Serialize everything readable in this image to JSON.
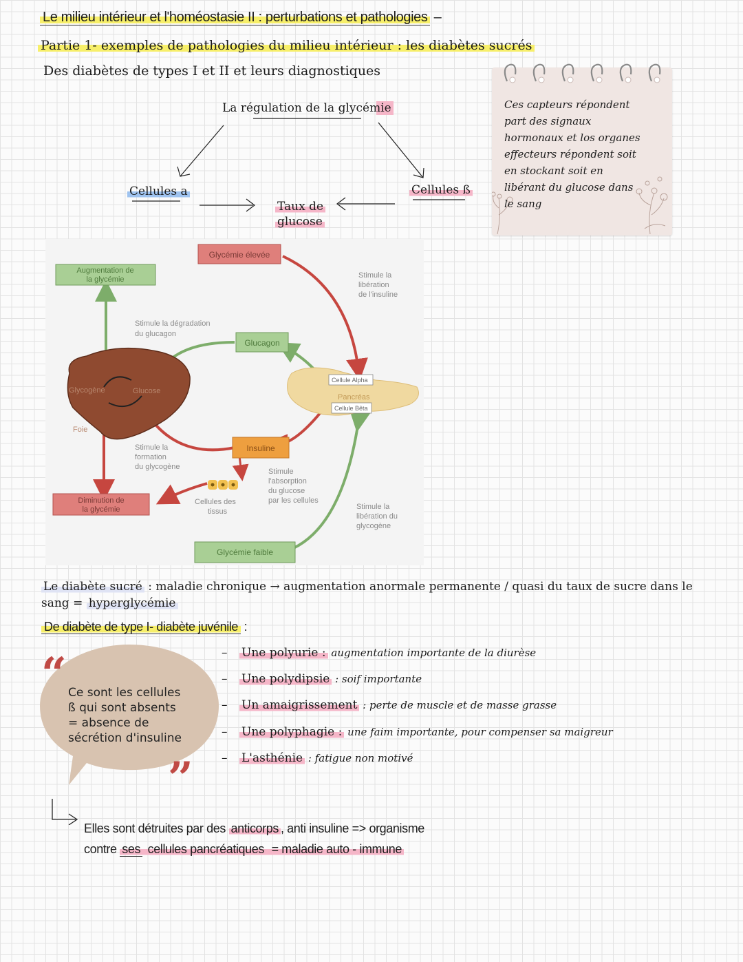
{
  "title": {
    "main": "Le milieu intérieur et l'homéostasie II : perturbations et pathologies",
    "dash": "–"
  },
  "part1": "Partie 1- exemples de pathologies du milieu intérieur : les diabètes sucrés",
  "subtitle": "Des diabètes de types I et II et leurs diagnostiques",
  "regulation": {
    "title": "La régulation de la glycémie",
    "cell_a": "Cellules a",
    "cell_b": "Cellules ß",
    "taux_line1": "Taux de",
    "taux_line2": "glucose"
  },
  "note": {
    "lines": [
      "Ces capteurs répondent",
      "part des signaux",
      "hormonaux et los organes",
      "effecteurs répondent soit",
      "en stockant soit en",
      "libérant du glucose dans",
      "le sang"
    ]
  },
  "diagram": {
    "glycemie_elevee": "Glycémie élevée",
    "augmentation_l1": "Augmentation de",
    "augmentation_l2": "la glycémie",
    "stimule_liberation_insuline_l1": "Stimule la",
    "stimule_liberation_insuline_l2": "libération",
    "stimule_liberation_insuline_l3": "de l'insuline",
    "stimule_degradation_l1": "Stimule la dégradation",
    "stimule_degradation_l2": "du glucagon",
    "glucagon": "Glucagon",
    "glycogene": "Glycogène",
    "glucose": "Glucose",
    "foie": "Foie",
    "cellule_alpha": "Cellule Alpha",
    "pancreas": "Pancréas",
    "cellule_beta": "Cellule Bêta",
    "insuline": "Insuline",
    "stimule_formation_l1": "Stimule la",
    "stimule_formation_l2": "formation",
    "stimule_formation_l3": "du glycogène",
    "stimule_absorption_l1": "Stimule",
    "stimule_absorption_l2": "l'absorption",
    "stimule_absorption_l3": "du glucose",
    "stimule_absorption_l4": "par les cellules",
    "cellules_tissus_l1": "Cellules des",
    "cellules_tissus_l2": "tissus",
    "diminution_l1": "Diminution de",
    "diminution_l2": "la glycémie",
    "stimule_liberation_glycogene_l1": "Stimule la",
    "stimule_liberation_glycogene_l2": "libération du",
    "stimule_liberation_glycogene_l3": "glycogène",
    "glycemie_faible": "Glycémie faible"
  },
  "definition": {
    "term": "Le diabète sucré",
    "rest": " : maladie chronique → augmentation anormale permanente / quasi du taux de sucre dans le sang = ",
    "result": "hyperglycémie"
  },
  "type1": {
    "title": "De diabète de type I- diabète juvénile",
    "colon": " :"
  },
  "bubble": {
    "open_quote": "“",
    "close_quote": "”",
    "line1": "Ce sont les cellules",
    "line2": "ß qui sont absents",
    "line3": "= absence de",
    "line4": "sécrétion d'insuline"
  },
  "symptoms": [
    {
      "name": "Une polyurie :",
      "desc": " augmentation importante de la diurèse"
    },
    {
      "name": "Une polydipsie",
      "desc": " : soif importante"
    },
    {
      "name": "Un amaigrissement",
      "desc": " : perte de muscle et de masse grasse"
    },
    {
      "name": "Une polyphagie :",
      "desc": " une faim importante, pour compenser sa maigreur"
    },
    {
      "name": "L'asthénie",
      "desc": " : fatigue non motivé"
    }
  ],
  "autoimmune": {
    "line1_a": "Elles sont détruites par des ",
    "line1_b": "anticorps",
    "line1_c": ", anti insuline => organisme",
    "line2_a": "contre ",
    "line2_b": "ses",
    "line2_c": " cellules pancréatiques",
    "line2_d": " = maladie auto - immune"
  },
  "colors": {
    "highlight_yellow": "#f7ef6a",
    "highlight_pink": "#f5b6c8",
    "highlight_blue": "#9fc3ef",
    "liver": "#8f4a30",
    "pancreas": "#f0d9a0",
    "arrow_red": "#c6463f",
    "arrow_green": "#7dad6a",
    "box_red": "#df7f7b",
    "box_green": "#a9cf95",
    "box_orange": "#ee9f3f",
    "note_bg": "#f0e6e3",
    "bubble_bg": "#d8c3b0"
  }
}
